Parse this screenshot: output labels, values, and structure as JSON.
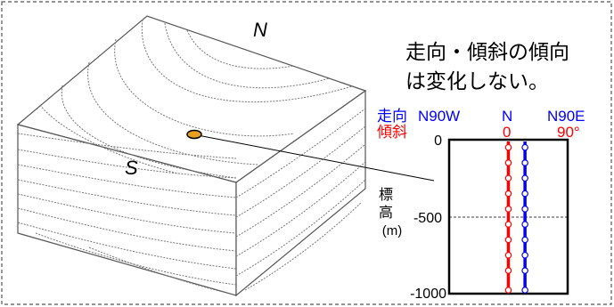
{
  "block": {
    "north_label": "N",
    "south_label": "S"
  },
  "caption": {
    "line1": "走向・傾斜の傾向",
    "line2": "は変化しない。"
  },
  "chart_header": {
    "strike_label": "走向",
    "strike_left": "N90W",
    "strike_center": "N",
    "strike_right": "N90E",
    "dip_label": "傾斜",
    "dip_left": "0",
    "dip_right": "90°"
  },
  "colors": {
    "strike": "#0000ff",
    "dip": "#ff0000",
    "frame": "#000000",
    "point": "#e8a020"
  },
  "chart_data": {
    "type": "line",
    "y_axis_label": [
      "標",
      "高",
      "(m)"
    ],
    "y_ticks": [
      "0",
      "-500",
      "-1000"
    ],
    "ylim": [
      -1000,
      0
    ],
    "elevations": [
      -50,
      -150,
      -250,
      -350,
      -450,
      -550,
      -650,
      -750,
      -850,
      -1000
    ],
    "series": [
      {
        "name": "傾斜",
        "axis": "dip",
        "color": "#ff0000",
        "value_fraction": 0.5
      },
      {
        "name": "走向",
        "axis": "strike",
        "color": "#0000ff",
        "value_fraction": 0.64
      }
    ],
    "grid_line_at": -500
  }
}
